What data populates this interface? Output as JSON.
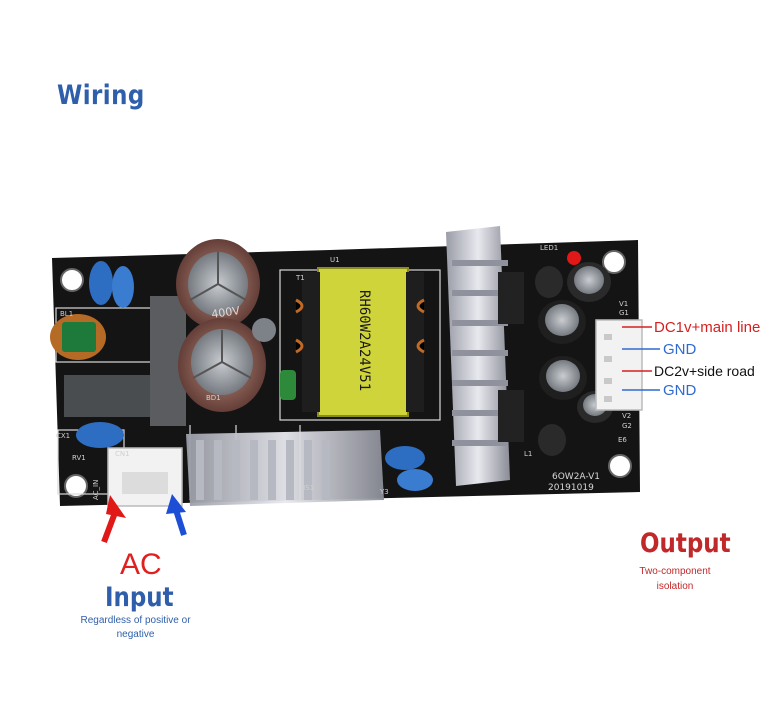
{
  "title": "Wiring",
  "board": {
    "transformer_text": "RH60W2A24V51",
    "model": "6OW2A-V1",
    "date": "20191019",
    "capacitor_mark": "400V",
    "silkscreen": {
      "ac_in": "AC_IN",
      "cn1": "CN1",
      "rv1": "RV1",
      "cx1": "CX1",
      "bl1": "BL1",
      "hs1": "HS1",
      "y3": "Y3",
      "bd1": "BD1",
      "u1": "U1",
      "t1": "T1",
      "led1": "LED1",
      "l1": "L1",
      "v1": "V1",
      "g1": "G1",
      "v2": "V2",
      "g2": "G2",
      "e6": "E6"
    }
  },
  "output_labels": {
    "dc1": "DC1v+main line",
    "gnd1": "GND",
    "dc2": "DC2v+side road",
    "gnd2": "GND"
  },
  "input": {
    "ac": "AC",
    "label": "Input",
    "note_line1": "Regardless of positive or",
    "note_line2": "negative"
  },
  "output": {
    "label": "Output",
    "note_line1": "Two-component",
    "note_line2": "isolation"
  },
  "colors": {
    "pcb": "#141414",
    "accent_blue": "#2f5faa",
    "accent_red": "#d62020",
    "transformer": "#d8dc3a"
  }
}
